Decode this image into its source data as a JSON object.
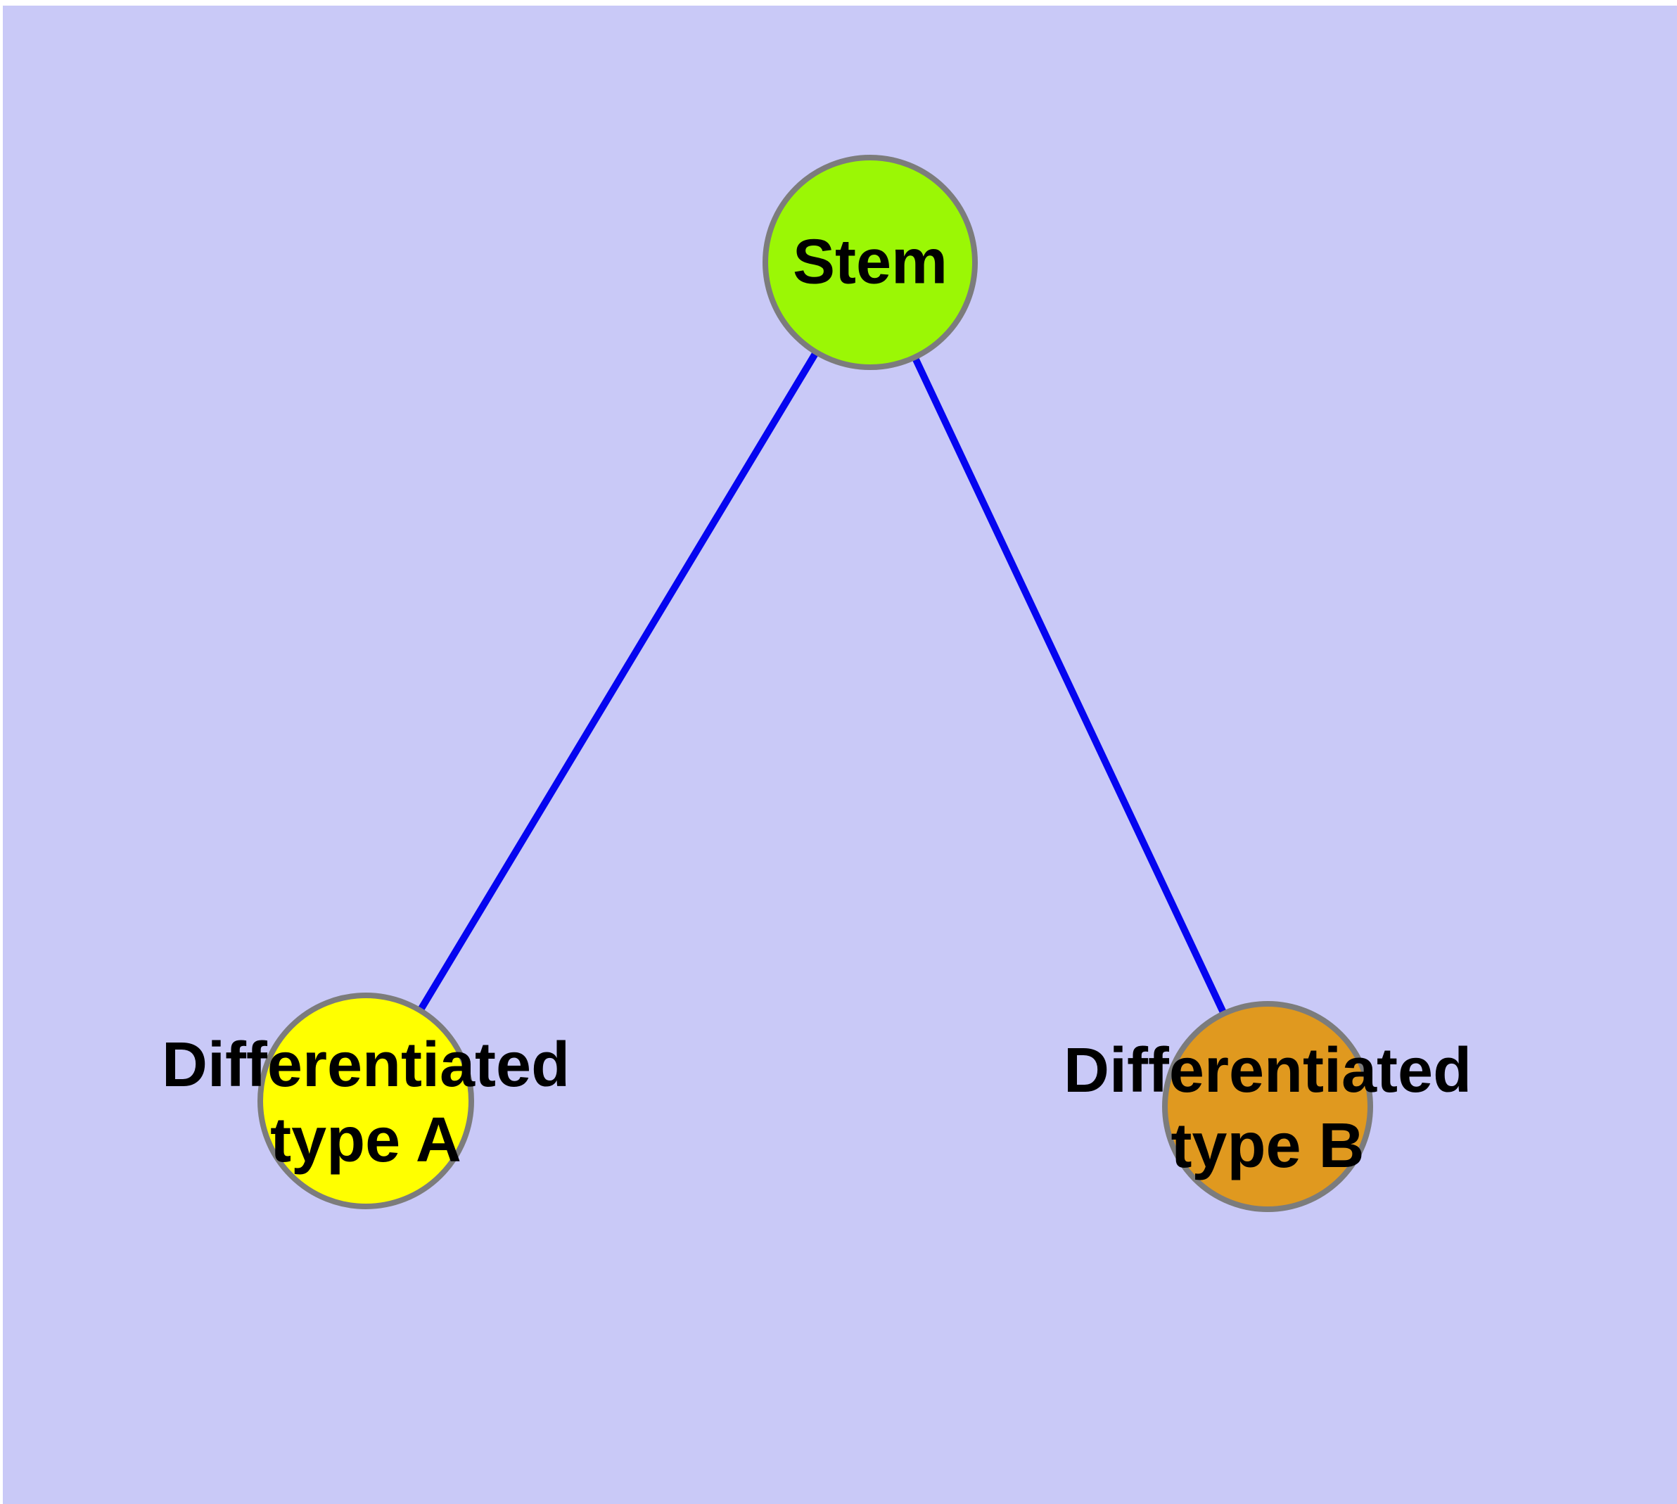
{
  "diagram": {
    "type": "graph",
    "background_color": "#C9C9F7",
    "margin_color": "#FFFFFF",
    "edge_color": "#0505F0",
    "edge_width": "10",
    "node_border_color": "#7C7C7C",
    "label_color": "#000000",
    "nodes": [
      {
        "id": "stem",
        "label": "Stem",
        "fill": "#9BF705"
      },
      {
        "id": "differentiated-type-a",
        "label": "Differentiated type A",
        "fill": "#FFFF00"
      },
      {
        "id": "differentiated-type-b",
        "label": "Differentiated type B",
        "fill": "#E0991F"
      }
    ],
    "edges": [
      {
        "from": "stem",
        "to": "differentiated-type-a"
      },
      {
        "from": "stem",
        "to": "differentiated-type-b"
      }
    ]
  },
  "labels": {
    "stem": "Stem",
    "type_a_line1": "Differentiated",
    "type_a_line2": "type A",
    "type_b_line1": "Differentiated",
    "type_b_line2": "type B"
  }
}
